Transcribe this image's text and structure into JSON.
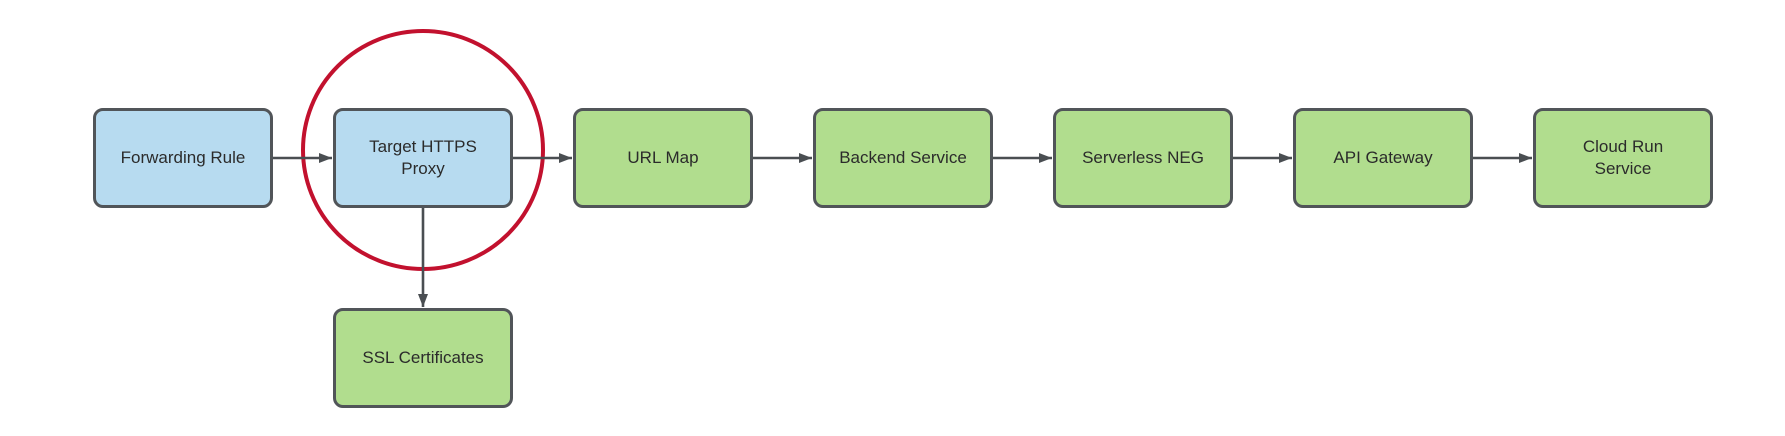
{
  "diagram": {
    "type": "flowchart",
    "nodes": [
      {
        "id": "forwarding-rule",
        "label": "Forwarding Rule",
        "fill": "#b7dbf0"
      },
      {
        "id": "target-https-proxy",
        "label": "Target HTTPS\nProxy",
        "fill": "#b7dbf0"
      },
      {
        "id": "url-map",
        "label": "URL Map",
        "fill": "#b1dd8e"
      },
      {
        "id": "backend-service",
        "label": "Backend Service",
        "fill": "#b1dd8e"
      },
      {
        "id": "serverless-neg",
        "label": "Serverless NEG",
        "fill": "#b1dd8e"
      },
      {
        "id": "api-gateway",
        "label": "API Gateway",
        "fill": "#b1dd8e"
      },
      {
        "id": "cloud-run-service",
        "label": "Cloud Run\nService",
        "fill": "#b1dd8e"
      },
      {
        "id": "ssl-certificates",
        "label": "SSL Certificates",
        "fill": "#b1dd8e"
      }
    ],
    "edges": [
      {
        "from": "forwarding-rule",
        "to": "target-https-proxy",
        "direction": "right"
      },
      {
        "from": "target-https-proxy",
        "to": "url-map",
        "direction": "right"
      },
      {
        "from": "url-map",
        "to": "backend-service",
        "direction": "right"
      },
      {
        "from": "backend-service",
        "to": "serverless-neg",
        "direction": "right"
      },
      {
        "from": "serverless-neg",
        "to": "api-gateway",
        "direction": "right"
      },
      {
        "from": "api-gateway",
        "to": "cloud-run-service",
        "direction": "right"
      },
      {
        "from": "target-https-proxy",
        "to": "ssl-certificates",
        "direction": "down"
      }
    ],
    "annotations": [
      {
        "type": "circle-highlight",
        "around": "target-https-proxy",
        "color": "#c2112e"
      }
    ]
  },
  "colors": {
    "node_blue_fill": "#b7dbf0",
    "node_green_fill": "#b1dd8e",
    "node_border": "#515559",
    "connector": "#4a4e52",
    "highlight_red": "#c2112e",
    "label_text": "#2b2b2b",
    "background": "#ffffff"
  }
}
